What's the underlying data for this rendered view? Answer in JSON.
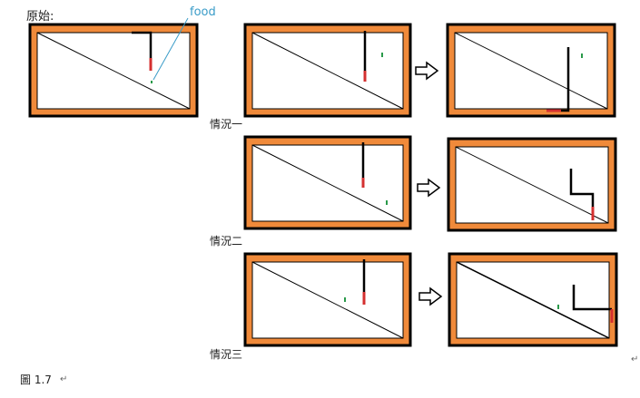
{
  "labels": {
    "original": "原始:",
    "food": "food",
    "case1": "情況一",
    "case2": "情況二",
    "case3": "情況三"
  },
  "caption": {
    "figure": "圖 1.7",
    "return_mark": "↵"
  },
  "colors": {
    "frame_orange": "#f08a3a",
    "frame_border": "#000000",
    "field_bg": "#ffffff",
    "snake_black": "#000000",
    "snake_head_red": "#d43030",
    "food_green": "#2a9a4a",
    "annotation_blue": "#3a9cc8"
  },
  "icons": {
    "arrow": "hollow-right-arrow-icon"
  }
}
